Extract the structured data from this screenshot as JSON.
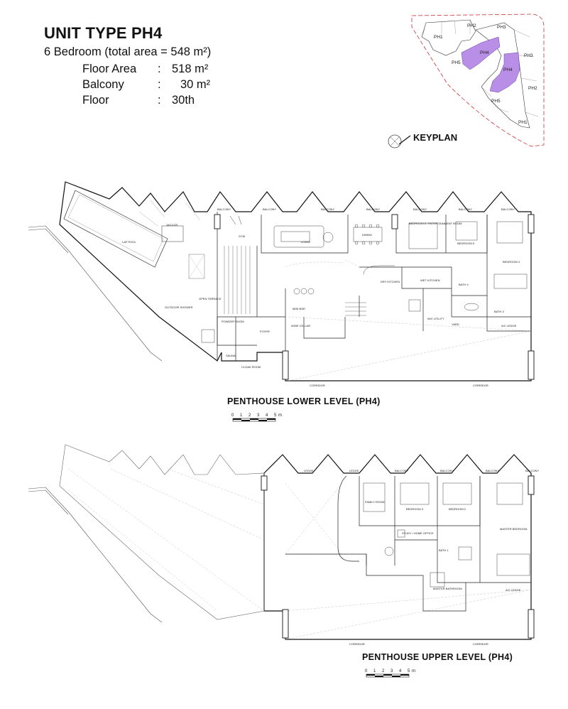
{
  "header": {
    "title": "UNIT TYPE PH4",
    "subtitle": "6 Bedroom (total area = 548 m²)",
    "specs": [
      {
        "label": "Floor Area",
        "value": "518 m²"
      },
      {
        "label": "Balcony",
        "value": "30 m²"
      },
      {
        "label": "Floor",
        "value": "30th"
      }
    ],
    "colon": ":"
  },
  "keyplan": {
    "label": "KEYPLAN",
    "units": {
      "ph1a": "PH1",
      "ph2a": "PH2",
      "ph3a": "PH3",
      "ph4a": "PH4",
      "ph5a": "PH5",
      "ph3b": "PH3",
      "ph4b": "PH4",
      "ph2b": "PH2",
      "ph5b": "PH5",
      "ph1b": "PH1"
    },
    "highlight_color": "#b98ee6"
  },
  "lower": {
    "title": "PENTHOUSE LOWER LEVEL (PH4)",
    "rooms": {
      "balcony": "BALCONY",
      "lap_pool": "LAP POOL",
      "jacuzzi": "JACUZZI",
      "gym": "GYM",
      "living": "LIVING",
      "dining": "DINING",
      "bedroom6": "BEDROOM 6 / ENTERTAINMENT ROOM",
      "bedroom5": "BEDROOM 5",
      "bedroom4": "BEDROOM 4",
      "open_terrace": "OPEN TERRACE",
      "outdoor_shower": "OUTDOOR SHOWER",
      "dry_kitchen": "DRY KITCHEN",
      "wet_kitchen": "WET KITCHEN",
      "bath4": "BATH 4",
      "bath3": "BATH 3",
      "yard": "YARD",
      "wc_utility": "W/C UTILITY",
      "powder_room": "POWDER ROOM",
      "wine_cellar": "WINE CELLAR",
      "mini_bar": "MINI BAR",
      "foyer": "FOYER",
      "sauna": "SAUNA",
      "cloak_room": "CLOAK ROOM",
      "ac_ledge": "A/C LEDGE",
      "corridor": "CORRIDOR"
    }
  },
  "upper": {
    "title": "PENTHOUSE UPPER LEVEL (PH4)",
    "rooms": {
      "ledge": "LEDGE",
      "balcony": "BALCONY",
      "family_room": "FAMILY ROOM",
      "bedroom3": "BEDROOM 3",
      "bedroom2": "BEDROOM 2",
      "master_bedroom": "MASTER BEDROOM",
      "study": "STUDY / HOME OFFICE",
      "bath1": "BATH 1",
      "master_bathroom": "MASTER BATHROOM",
      "ac_ledge": "A/C LEDGE",
      "corridor": "CORRIDOR"
    }
  },
  "scale": {
    "ticks": [
      "0",
      "1",
      "2",
      "3",
      "4",
      "5"
    ],
    "unit": "m"
  }
}
